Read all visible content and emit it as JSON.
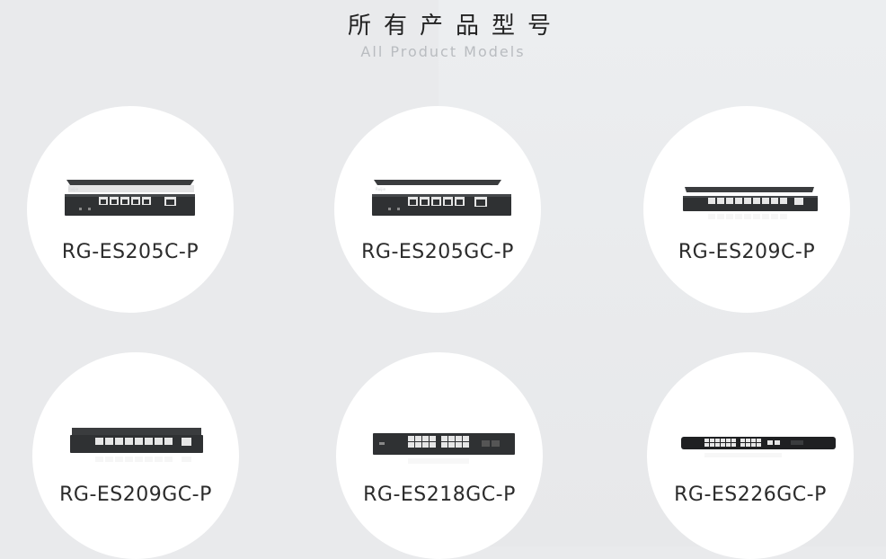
{
  "header": {
    "title": "所有产品型号",
    "subtitle": "All Product Models"
  },
  "products": [
    {
      "name": "RG-ES205C-P",
      "image": "5-port-poe-switch-icon"
    },
    {
      "name": "RG-ES205GC-P",
      "image": "5-port-gigabit-poe-switch-icon"
    },
    {
      "name": "RG-ES209C-P",
      "image": "9-port-poe-switch-icon"
    },
    {
      "name": "RG-ES209GC-P",
      "image": "9-port-gigabit-poe-switch-icon"
    },
    {
      "name": "RG-ES218GC-P",
      "image": "18-port-gigabit-poe-switch-icon"
    },
    {
      "name": "RG-ES226GC-P",
      "image": "26-port-gigabit-poe-switch-icon"
    }
  ],
  "colors": {
    "background": "#e9eaec",
    "card": "#ffffff",
    "device_body": "#2f3133",
    "port": "#e8e8e8"
  }
}
